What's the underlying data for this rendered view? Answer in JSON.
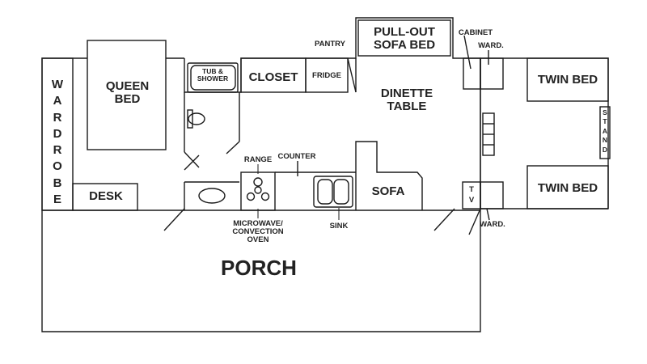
{
  "labels": {
    "wardrobe_left": "WARDROBE",
    "queen_bed": [
      "QUEEN",
      "BED"
    ],
    "desk": "DESK",
    "tub_shower": [
      "TUB &",
      "SHOWER"
    ],
    "closet": "CLOSET",
    "fridge": "FRIDGE",
    "pantry": "PANTRY",
    "pullout_sofa": [
      "PULL-OUT",
      "SOFA BED"
    ],
    "cabinet": "CABINET",
    "ward_top": "WARD.",
    "dinette": [
      "DINETTE",
      "TABLE"
    ],
    "range": "RANGE",
    "counter": "COUNTER",
    "microwave": [
      "MICROWAVE/",
      "CONVECTION",
      "OVEN"
    ],
    "sink": "SINK",
    "sofa": "SOFA",
    "tv": "TV",
    "ward_bottom": "WARD.",
    "twin_bed_top": "TWIN BED",
    "twin_bed_bottom": "TWIN BED",
    "stand": "STAND",
    "porch": "PORCH"
  },
  "colors": {
    "line": "#1a1a1a",
    "background": "#ffffff",
    "text": "#222222"
  }
}
